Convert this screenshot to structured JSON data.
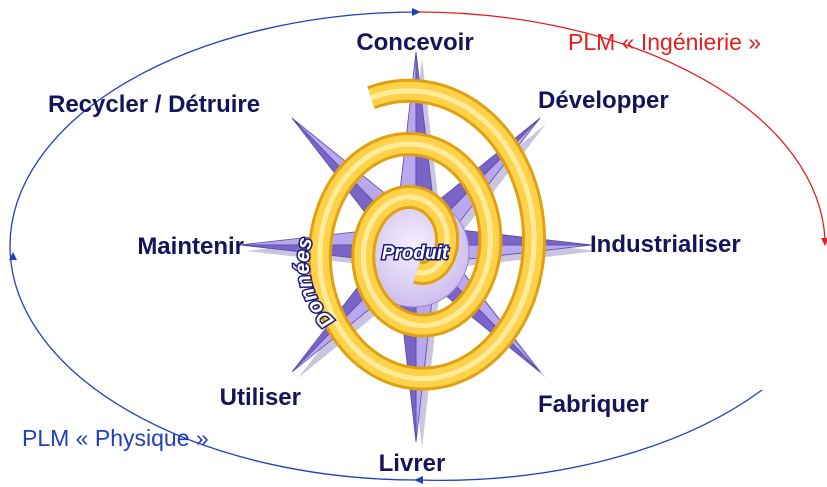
{
  "colors": {
    "stage_text": "#14145a",
    "physical_loop": "#1f3fbf",
    "engineering_loop": "#e61e1e",
    "star_fill": "#b9a8ee",
    "star_shade": "#7a64c8",
    "spiral_fill": "#ffd24a",
    "spiral_edge": "#e0a010",
    "core_fill": "#e6dcf8"
  },
  "diagram": {
    "stages": {
      "concevoir": "Concevoir",
      "developper": "Développer",
      "industrialiser": "Industrialiser",
      "fabriquer": "Fabriquer",
      "livrer": "Livrer",
      "utiliser": "Utiliser",
      "maintenir": "Maintenir",
      "recycler": "Recycler / Détruire"
    },
    "loops": {
      "engineering": "PLM « Ingénierie »",
      "physical": "PLM « Physique »"
    },
    "core": {
      "product": "Produit",
      "data": "Données"
    }
  }
}
